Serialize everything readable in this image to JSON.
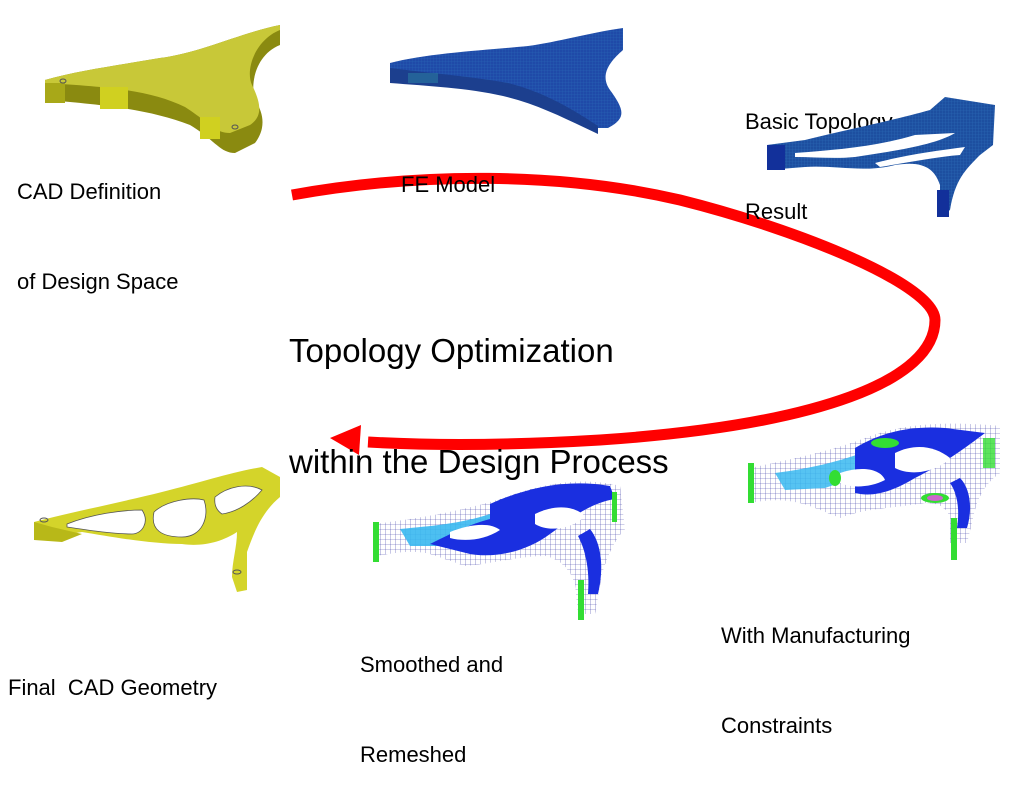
{
  "diagram": {
    "title_line1": "Topology Optimization",
    "title_line2": "within the Design Process",
    "arrow_color": "#ff0000",
    "stages": [
      {
        "id": "cad-design-space",
        "line1": "CAD Definition",
        "line2": "of Design Space",
        "model_color": "#c8c832",
        "model_type": "solid-yellow"
      },
      {
        "id": "fe-model",
        "line1": "FE Model",
        "line2": "",
        "model_color": "#1f4aa8",
        "model_type": "meshed-blue"
      },
      {
        "id": "basic-topology-result",
        "line1": "Basic Topology",
        "line2": "Result",
        "model_color": "#1d4fa0",
        "model_type": "voxel-blue"
      },
      {
        "id": "manufacturing-constraints",
        "line1": "With Manufacturing",
        "line2": "Constraints",
        "model_color": "#1a2fe0",
        "model_type": "stress-contour-mesh"
      },
      {
        "id": "smoothed-remeshed",
        "line1": "Smoothed and",
        "line2": "Remeshed",
        "model_color": "#1a2fe0",
        "model_type": "stress-contour-mesh"
      },
      {
        "id": "final-cad-geometry",
        "line1": "Final  CAD Geometry",
        "line2": "",
        "model_color": "#d4d42a",
        "model_type": "solid-yellow"
      }
    ],
    "contour_colors": [
      "#1a2fe0",
      "#38b8f0",
      "#ffffff",
      "#33dd33",
      "#cc66cc"
    ]
  }
}
